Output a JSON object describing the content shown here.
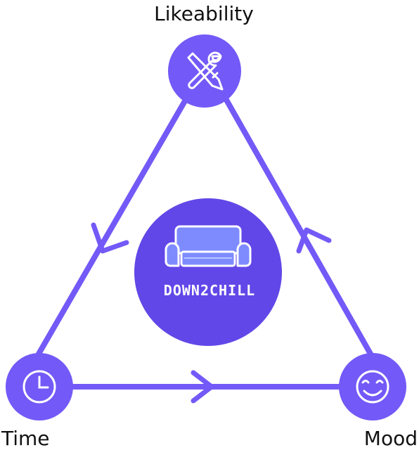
{
  "labels": {
    "top": "Likeability",
    "bottom_left": "Time",
    "bottom_right": "Mood"
  },
  "logo": {
    "text": "DOWN2CHILL"
  },
  "icons": {
    "top": "tools-icon",
    "bottom_left": "clock-icon",
    "bottom_right": "smiley-icon",
    "center": "couch-icon"
  },
  "colors": {
    "primary": "#7359F7",
    "logo_circle": "#6247E8",
    "couch_fill": "#7E8BFF",
    "highlight": "#B8C8FF",
    "text": "#111111"
  }
}
